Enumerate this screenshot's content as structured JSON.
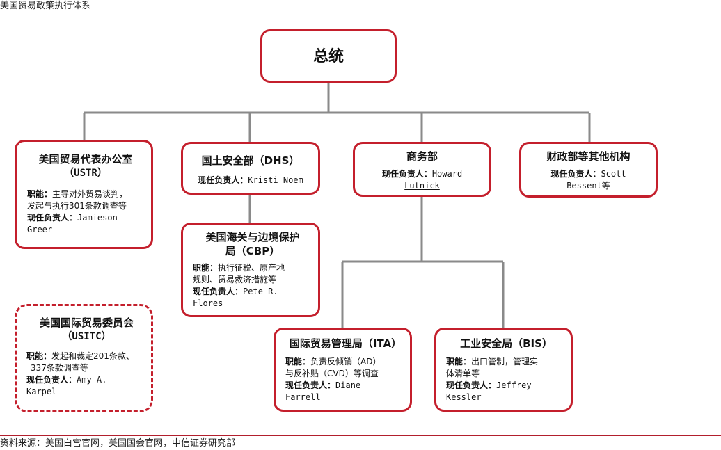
{
  "header": {
    "title": "美国贸易政策执行体系"
  },
  "footer": {
    "source": "资料来源：美国白宫官网，美国国会官网，中信证券研究部"
  },
  "labels": {
    "role": "职能：",
    "head": "现任负责人："
  },
  "president": {
    "title": "总统"
  },
  "ustr": {
    "title1": "美国贸易代表办公室",
    "title2": "（USTR）",
    "func1": "主导对外贸易谈判，",
    "func2": "发起与执行301条款调查等",
    "head1": "Jamieson",
    "head2": "Greer"
  },
  "dhs": {
    "title": "国土安全部（DHS）",
    "head1": "Kristi Noem"
  },
  "commerce": {
    "title": "商务部",
    "head1": "Howard",
    "head2": "Lutnick"
  },
  "treasury": {
    "title": "财政部等其他机构",
    "head1": "Scott",
    "head2": "Bessent等"
  },
  "cbp": {
    "title1": "美国海关与边境保护",
    "title2": "局（CBP）",
    "func1": "执行征税、原产地",
    "func2": "规则、贸易救济措施等",
    "head1": "Pete R.",
    "head2": "Flores"
  },
  "usitc": {
    "title1": "美国国际贸易委员会",
    "title2": "（USITC）",
    "func1": "发起和裁定201条款、",
    "func2": "337条款调查等",
    "head1": "Amy A.",
    "head2": "Karpel"
  },
  "ita": {
    "title": "国际贸易管理局（ITA）",
    "func1": "负责反倾销（AD）",
    "func2": "与反补贴（CVD）等调查",
    "head1": "Diane",
    "head2": "Farrell"
  },
  "bis": {
    "title": "工业安全局（BIS）",
    "func1": "出口管制，管理实",
    "func2": "体清单等",
    "head1": "Jeffrey",
    "head2": "Kessler"
  },
  "colors": {
    "accent": "#c41f2c",
    "connector": "#8a8a8a"
  }
}
